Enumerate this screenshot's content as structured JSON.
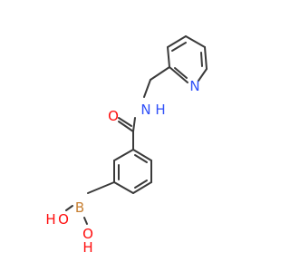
{
  "molecule": {
    "atom_labels": {
      "oxygen_carbonyl": "O",
      "amide_n": "N",
      "amide_h": "H",
      "pyridine_n": "N",
      "boron": "B",
      "oh_upper_o": "O",
      "oh_upper_h": "H",
      "oh_lower_o": "O",
      "oh_lower_h": "H"
    },
    "colors": {
      "bond": "#3a3a3a",
      "oxygen": "#ff0d0d",
      "nitrogen": "#3050f8",
      "boron": "#c88033"
    }
  }
}
